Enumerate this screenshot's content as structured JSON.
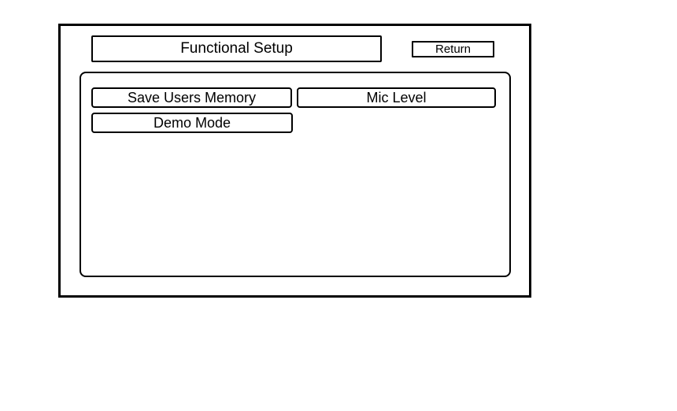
{
  "window": {
    "title": "Functional Setup",
    "return_label": "Return"
  },
  "panel": {
    "buttons": [
      {
        "label": "Save Users Memory"
      },
      {
        "label": "Mic Level"
      },
      {
        "label": "Demo Mode"
      }
    ]
  },
  "colors": {
    "border": "#000000",
    "background": "#ffffff",
    "text": "#000000"
  }
}
